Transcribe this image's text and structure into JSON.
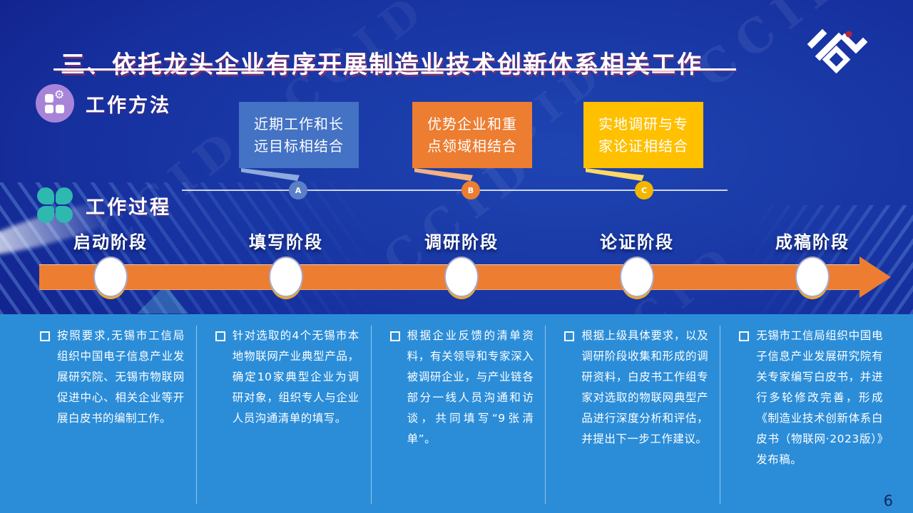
{
  "slide": {
    "title": "三、依托龙头企业有序开展制造业技术创新体系相关工作",
    "page_number": "6",
    "watermark": "CCID"
  },
  "sections": {
    "methods": {
      "label": "工作方法",
      "callouts": [
        {
          "marker": "A",
          "text": "近期工作和长远目标相结合",
          "color": "#4472c4"
        },
        {
          "marker": "B",
          "text": "优势企业和重点领域相结合",
          "color": "#ed7d31"
        },
        {
          "marker": "C",
          "text": "实地调研与专家论证相结合",
          "color": "#ffc000"
        }
      ]
    },
    "process": {
      "label": "工作过程",
      "stages": [
        {
          "name": "启动阶段",
          "description": "按照要求,无锡市工信局组织中国电子信息产业发展研究院、无锡市物联网促进中心、相关企业等开展白皮书的编制工作。"
        },
        {
          "name": "填写阶段",
          "description": "针对选取的4个无锡市本地物联网产业典型产品，确定10家典型企业为调研对象，组织专人与企业人员沟通清单的填写。"
        },
        {
          "name": "调研阶段",
          "description": "根据企业反馈的清单资料，有关领导和专家深入被调研企业，与产业链各部分一线人员沟通和访谈，共同填写“9张清单”。"
        },
        {
          "name": "论证阶段",
          "description": "根据上级具体要求，以及调研阶段收集和形成的调研资料，白皮书工作组专家对选取的物联网典型产品进行深度分析和评估，并提出下一步工作建议。"
        },
        {
          "name": "成稿阶段",
          "description": "无锡市工信局组织中国电子信息产业发展研究院有关专家编写白皮书，并进行多轮修改完善，形成《制造业技术创新体系白皮书（物联网·2023版）》发布稿。"
        }
      ]
    }
  },
  "colors": {
    "background_dark": "#0a0e64",
    "background_bright": "#1e45b2",
    "bottom_panel": "#2b8dd8",
    "arrow_orange": "#ed7d31",
    "callout_blue": "#4472c4",
    "callout_orange": "#ed7d31",
    "callout_yellow": "#ffc000",
    "icon_purple": "#a884d8",
    "icon_teal": "#2fb8b0",
    "logo_dot_red": "#b5243c"
  }
}
